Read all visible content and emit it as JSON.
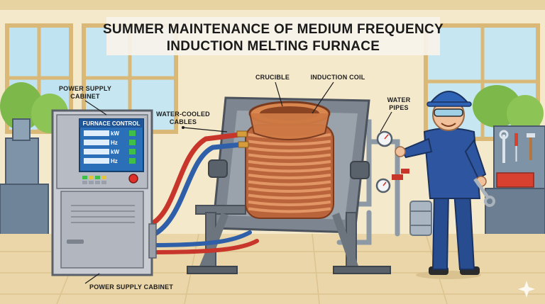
{
  "title": {
    "line1": "SUMMER MAINTENANCE OF MEDIUM FREQUENCY",
    "line2": "INDUCTION MELTING FURNACE"
  },
  "labels": {
    "power_supply_cabinet_top_line1": "POWER SUPPLY",
    "power_supply_cabinet_top_line2": "CABINET",
    "water_cooled_cables_line1": "WATER-COOLED",
    "water_cooled_cables_line2": "CABLES",
    "crucible": "CRUCIBLE",
    "induction_coil": "INDUCTION COIL",
    "water_pipes_line1": "WATER",
    "water_pipes_line2": "PIPES",
    "power_supply_cabinet_bottom": "POWER SUPPLY CABINET"
  },
  "control_panel": {
    "header": "FURNACE CONTROL",
    "readouts": [
      {
        "unit": "kW",
        "indicator": "#3fbf4a"
      },
      {
        "unit": "Hz",
        "indicator": "#3fbf4a"
      },
      {
        "unit": "kW",
        "indicator": "#3fbf4a"
      },
      {
        "unit": "Hz",
        "indicator": "#3fbf4a"
      }
    ],
    "emergency_button_color": "#e0302a"
  },
  "colors": {
    "copper": "#c9764a",
    "cable_red": "#c8352b",
    "cable_blue": "#2f5fa8",
    "cabinet": "#c9ccd2",
    "worker_uniform": "#2e55a0",
    "frame": "#7d8590"
  },
  "icons": [
    "wrench-icon",
    "hammer-icon",
    "screwdriver-icon",
    "pressure-gauge-icon",
    "sparkle-icon"
  ]
}
